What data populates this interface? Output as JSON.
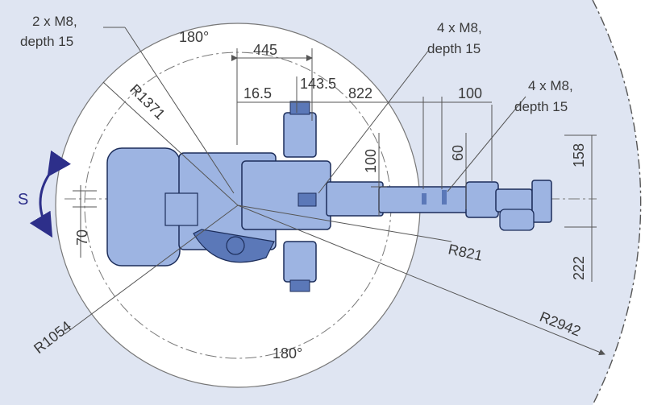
{
  "colors": {
    "envelope_fill": "#dfe5f2",
    "robot_fill": "#9db4e2",
    "robot_dark": "#5b78b8",
    "robot_outline": "#1c2d5a",
    "dim_line": "#555555",
    "axis_arrow": "#2d2f8a"
  },
  "annotations": {
    "note_left": [
      "2 x M8,",
      "depth 15"
    ],
    "note_center": [
      "4 x M8,",
      "depth 15"
    ],
    "note_right": [
      "4 x M8,",
      "depth 15"
    ]
  },
  "dimensions": {
    "angle_top": "180°",
    "angle_bottom": "180°",
    "d445": "445",
    "d143_5": "143.5",
    "d16_5": "16.5",
    "d822": "822",
    "d100_top": "100",
    "d100_vert": "100",
    "d60": "60",
    "d158": "158",
    "d222": "222",
    "d70": "70",
    "r1371": "R1371",
    "r821": "R821",
    "r1054": "R1054",
    "r2942": "R2942"
  },
  "axis": {
    "label": "S",
    "icon": "rotation-arrow-icon"
  }
}
